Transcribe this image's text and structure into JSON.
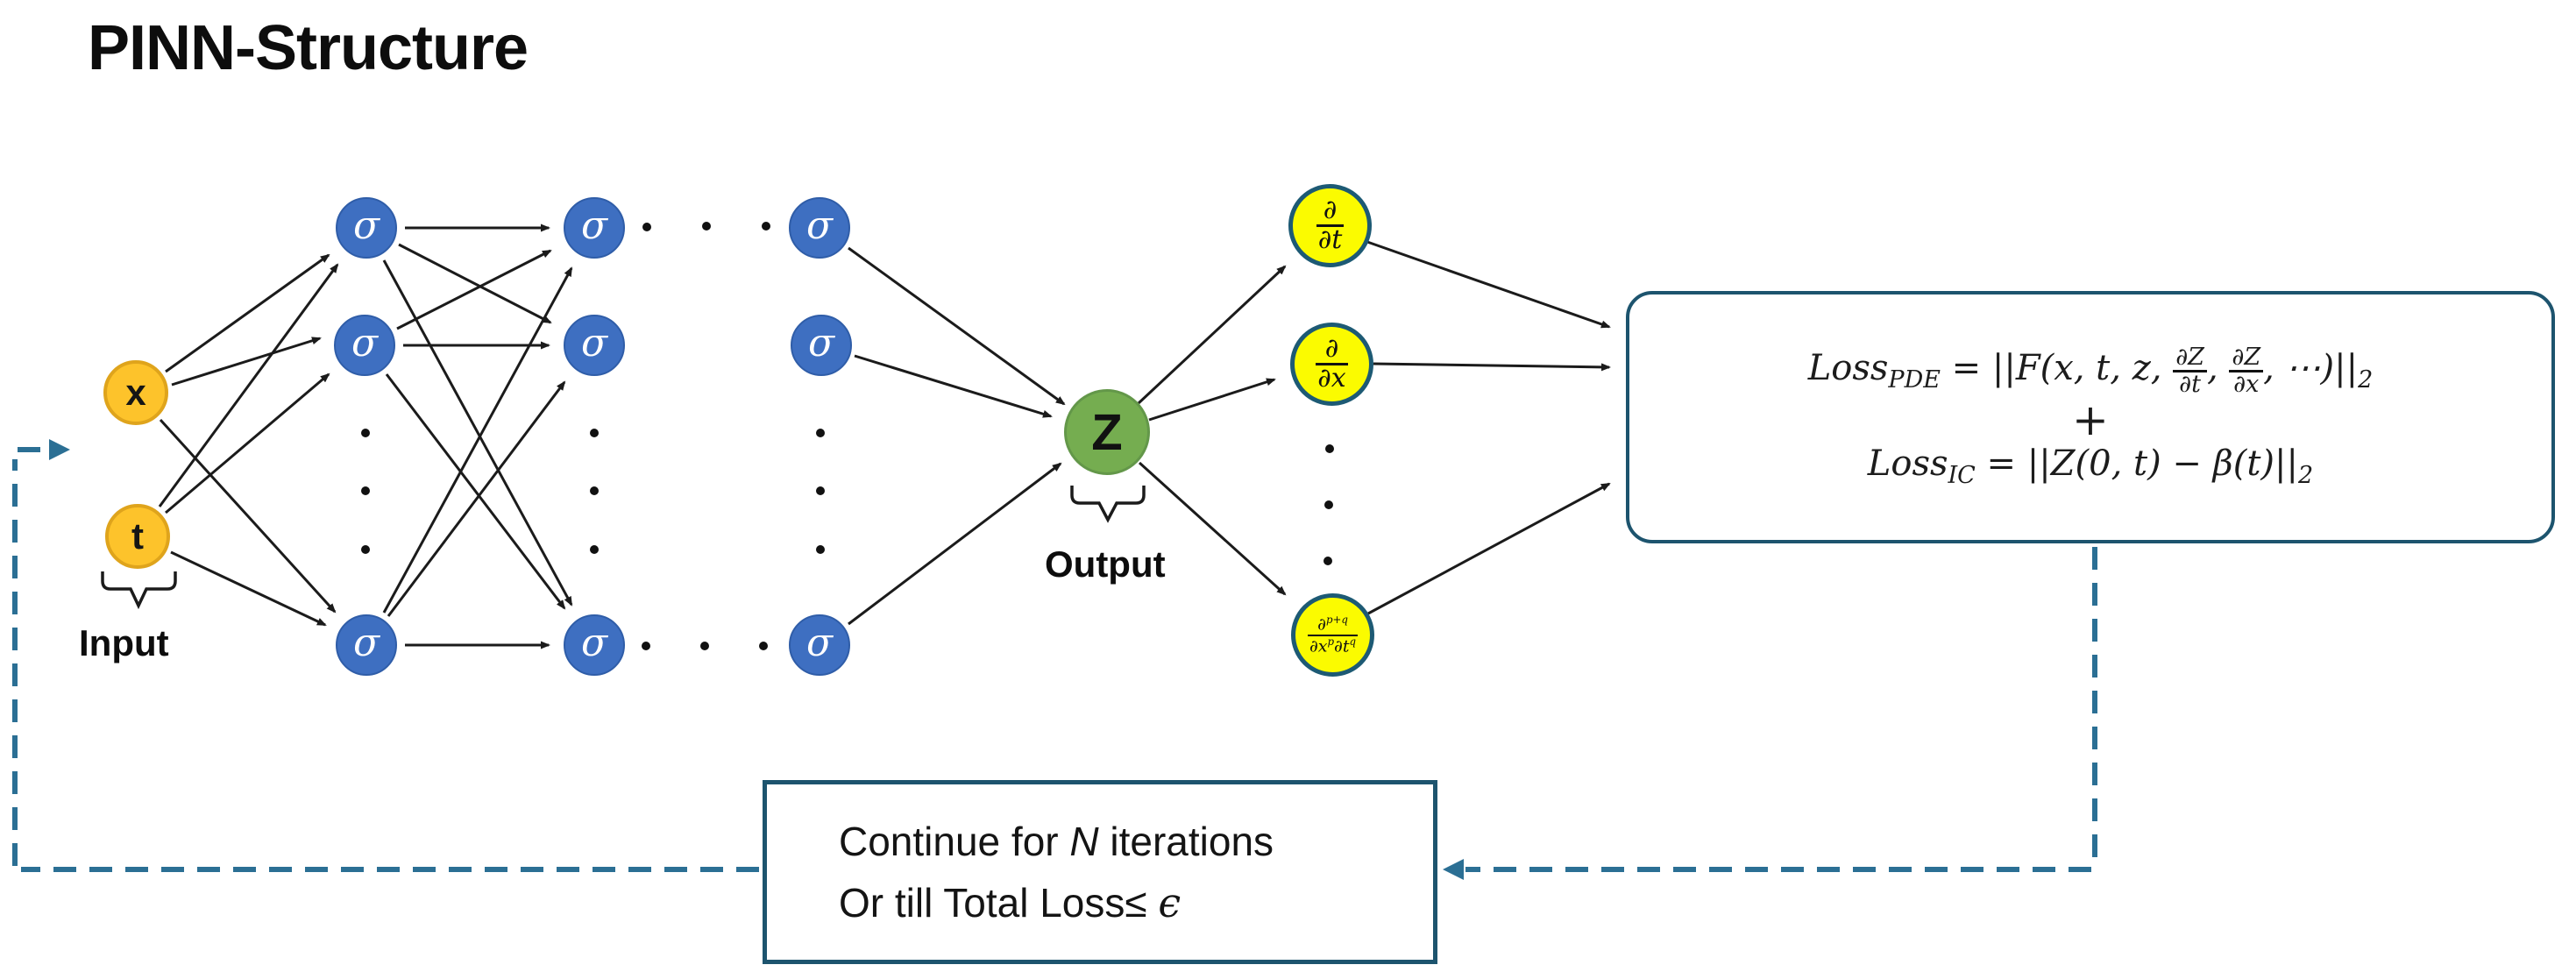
{
  "title": "PINN-Structure",
  "colors": {
    "hidden_node_blue": "#3e6fc1",
    "input_node_amber": "#fdc32b",
    "output_node_green": "#75ad50",
    "derivative_node_yellow": "#fbfb00",
    "box_border_teal": "#1d546e",
    "feedback_dash_teal": "#2b6f94",
    "arrow_black": "#1b1b1b"
  },
  "network": {
    "input_label": "Input",
    "output_label": "Output",
    "input_nodes": [
      {
        "label": "x"
      },
      {
        "label": "t"
      }
    ],
    "sigma": "σ",
    "output_node": "Z"
  },
  "derivatives": {
    "d_dt": {
      "num": "∂",
      "den": "∂t"
    },
    "d_dx": {
      "num": "∂",
      "den": "∂x"
    },
    "d_mixed": {
      "num_base": "∂",
      "num_sup": "p+q",
      "den_b1": "∂x",
      "den_s1": "p",
      "den_b2": "∂t",
      "den_s2": "q"
    }
  },
  "loss_box": {
    "pde_name": "Loss",
    "pde_sub": "PDE",
    "pde_eq": " = ||F(x, t, z, ",
    "frac1_num": "∂Z",
    "frac1_den": "∂t",
    "sep1": ", ",
    "frac2_num": "∂Z",
    "frac2_den": "∂x",
    "pde_close": ", ⋯)||",
    "pde_norm": "2",
    "plus": "+",
    "ic_name": "Loss",
    "ic_sub": "IC",
    "ic_eq": " = ||Z(0, t) − β(t)||",
    "ic_norm": "2"
  },
  "feedback_box": {
    "line1_pre": "Continue for ",
    "line1_var": "N",
    "line1_post": " iterations",
    "line2_pre": "Or till Total Loss",
    "line2_op": "≤ ",
    "line2_var": "ϵ"
  }
}
